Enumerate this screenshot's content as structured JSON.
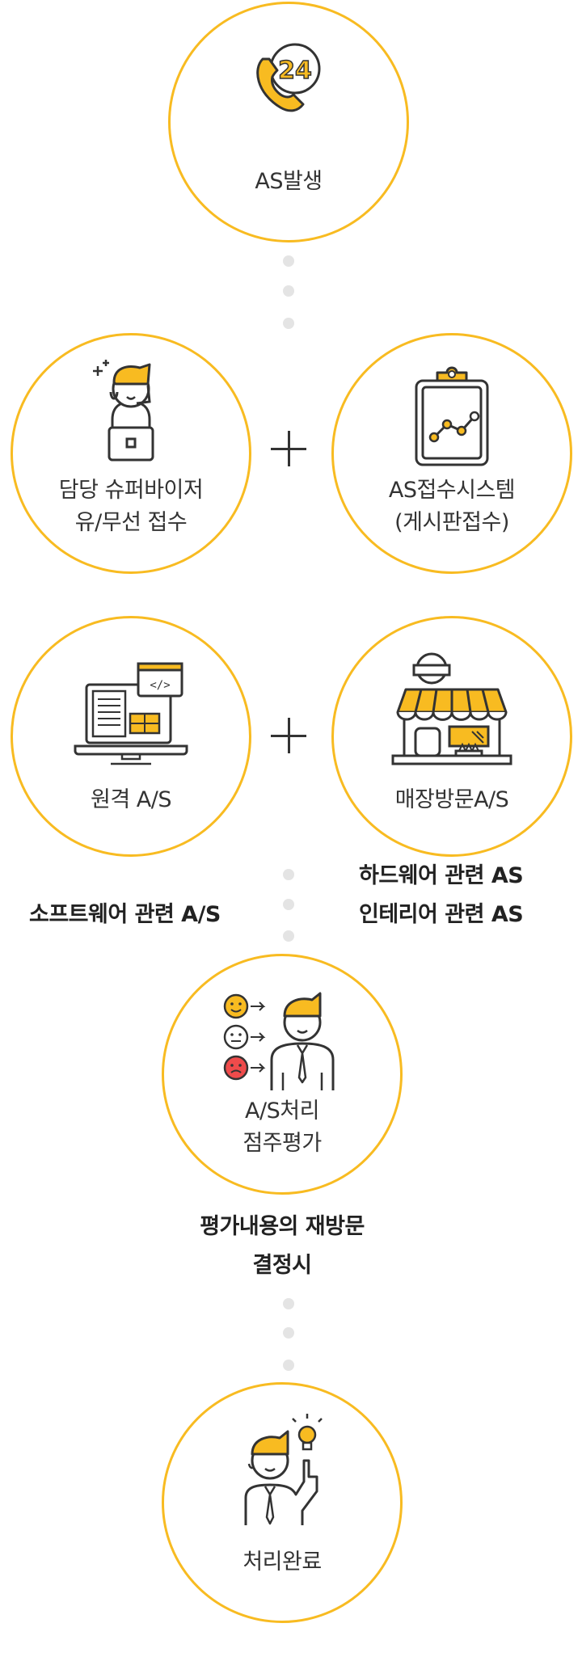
{
  "colors": {
    "accent": "#f8bb21",
    "dot": "#e4e4e4",
    "text": "#333333",
    "sad": "#ef4b4b"
  },
  "steps": {
    "as_occur": {
      "label": "AS발생",
      "icon": "phone-24-icon"
    },
    "supervisor": {
      "line1": "담당 슈퍼바이저",
      "line2": "유/무선 접수",
      "icon": "headset-operator-icon"
    },
    "system": {
      "line1": "AS접수시스템",
      "line2": "(게시판접수)",
      "icon": "clipboard-chart-icon"
    },
    "remote": {
      "label": "원격 A/S",
      "icon": "laptop-code-icon"
    },
    "visit": {
      "label": "매장방문A/S",
      "icon": "storefront-icon"
    },
    "evaluation": {
      "line1": "A/S처리",
      "line2": "점주평가",
      "icon": "rating-faces-icon"
    },
    "complete": {
      "label": "처리완료",
      "icon": "idea-person-icon"
    }
  },
  "notes": {
    "software": "소프트웨어 관련 A/S",
    "hardware_1": "하드웨어 관련 AS",
    "hardware_2": "인테리어 관련 AS",
    "revisit_1": "평가내용의 재방문",
    "revisit_2": "결정시"
  }
}
